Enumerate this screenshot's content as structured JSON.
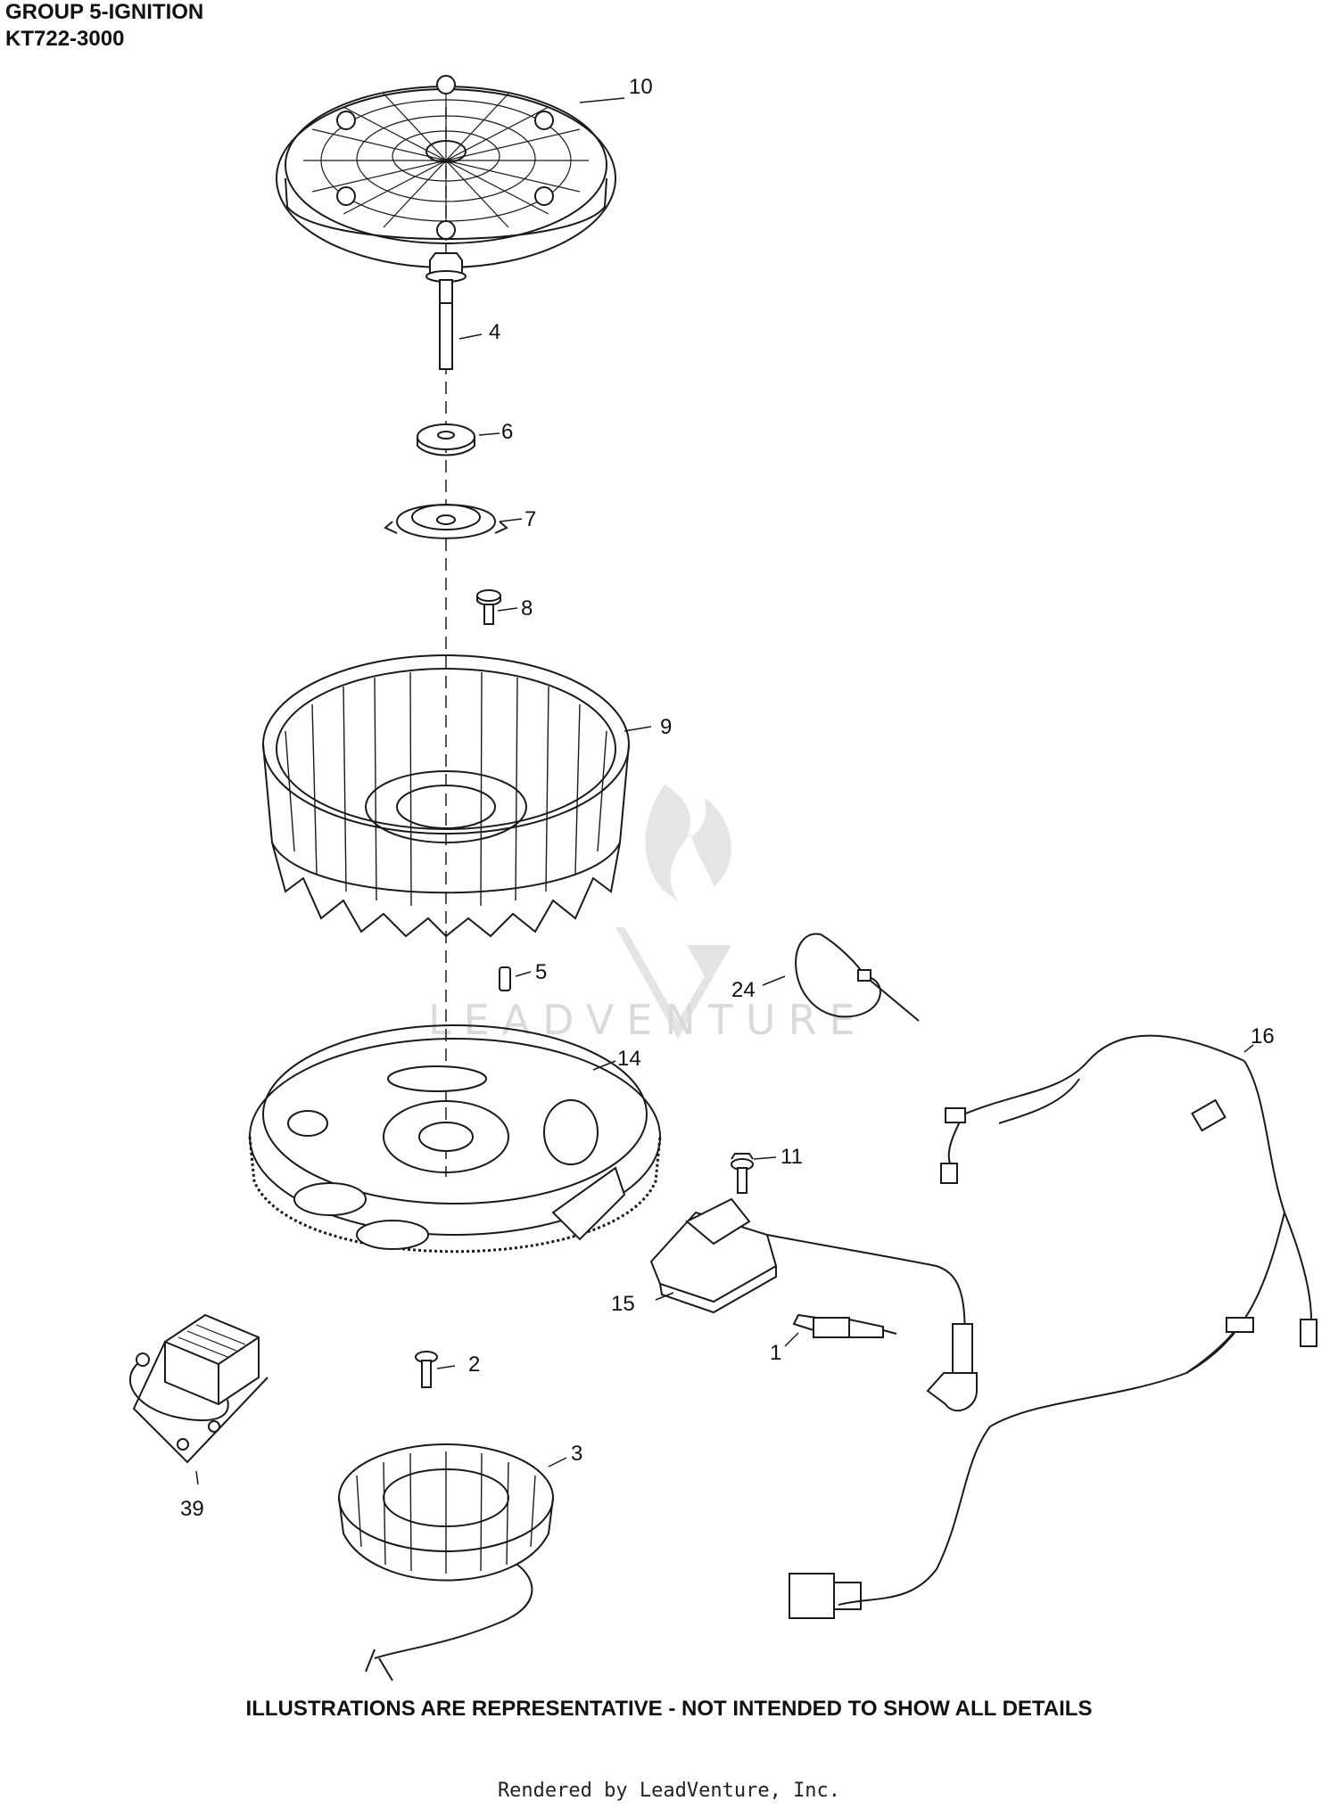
{
  "header": {
    "group": "GROUP 5-IGNITION",
    "model": "KT722-3000"
  },
  "callouts": [
    "10",
    "4",
    "6",
    "7",
    "8",
    "9",
    "5",
    "24",
    "14",
    "16",
    "11",
    "15",
    "1",
    "2",
    "3",
    "39"
  ],
  "watermark": "LEADVENTURE",
  "disclaimer": "ILLUSTRATIONS ARE REPRESENTATIVE - NOT INTENDED TO SHOW ALL DETAILS",
  "footer": "Rendered by LeadVenture, Inc."
}
